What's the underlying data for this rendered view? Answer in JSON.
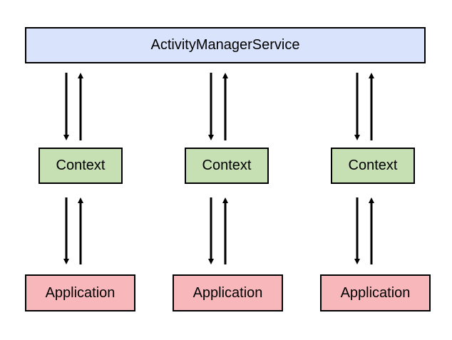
{
  "colors": {
    "service_fill": "#dae3fc",
    "context_fill": "#c6e0b4",
    "application_fill": "#f8b8bb",
    "stroke": "#000000"
  },
  "diagram": {
    "service": {
      "label": "ActivityManagerService"
    },
    "contexts": [
      {
        "label": "Context"
      },
      {
        "label": "Context"
      },
      {
        "label": "Context"
      }
    ],
    "applications": [
      {
        "label": "Application"
      },
      {
        "label": "Application"
      },
      {
        "label": "Application"
      }
    ],
    "connections": [
      {
        "from": "service",
        "to": "context-0",
        "type": "bidirectional"
      },
      {
        "from": "service",
        "to": "context-1",
        "type": "bidirectional"
      },
      {
        "from": "service",
        "to": "context-2",
        "type": "bidirectional"
      },
      {
        "from": "context-0",
        "to": "application-0",
        "type": "bidirectional"
      },
      {
        "from": "context-1",
        "to": "application-1",
        "type": "bidirectional"
      },
      {
        "from": "context-2",
        "to": "application-2",
        "type": "bidirectional"
      }
    ]
  }
}
